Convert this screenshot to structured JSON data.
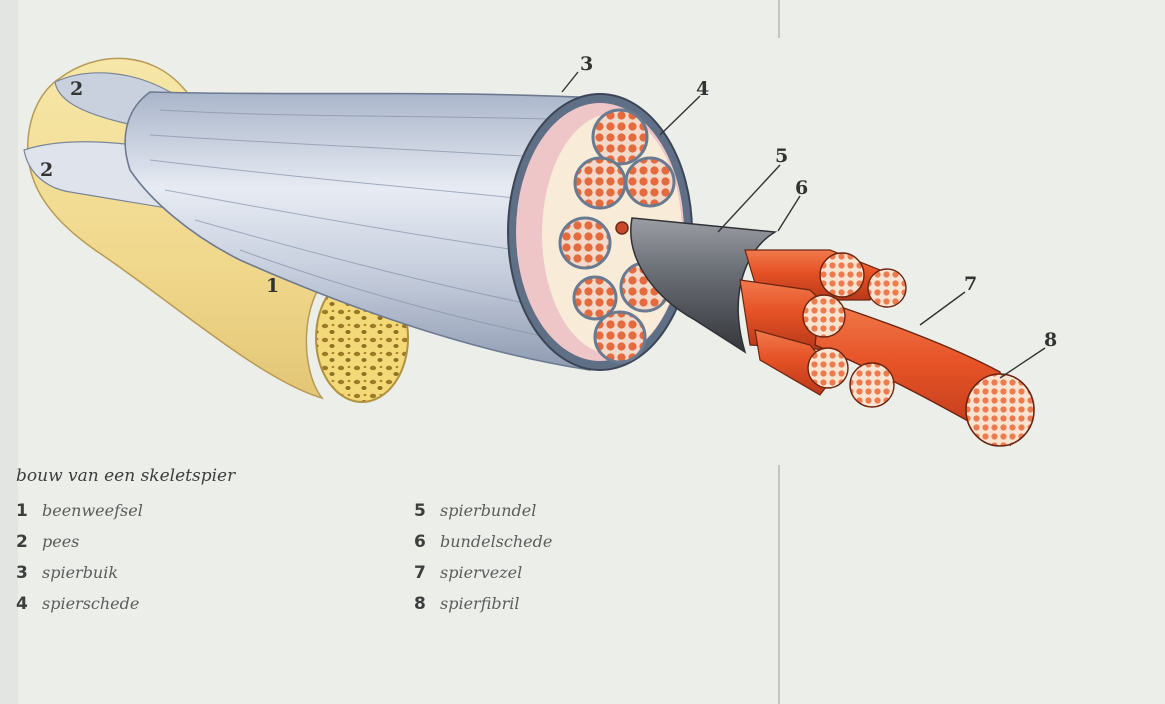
{
  "diagram": {
    "callouts": [
      "1",
      "2",
      "2",
      "3",
      "4",
      "5",
      "6",
      "7",
      "8"
    ]
  },
  "legend": {
    "title": "bouw van een skeletspier",
    "items": [
      {
        "number": "1",
        "label": "beenweefsel"
      },
      {
        "number": "2",
        "label": "pees"
      },
      {
        "number": "3",
        "label": "spierbuik"
      },
      {
        "number": "4",
        "label": "spierschede"
      },
      {
        "number": "5",
        "label": "spierbundel"
      },
      {
        "number": "6",
        "label": "bundelschede"
      },
      {
        "number": "7",
        "label": "spiervezel"
      },
      {
        "number": "8",
        "label": "spierfibril"
      }
    ]
  },
  "colors": {
    "background": "#eceeea",
    "bone": "#f2dc8e",
    "muscle_sheath": "#b9c3d4",
    "fascicle_sheath": "#5e6166",
    "muscle_fiber": "#e4572e",
    "fibril": "#f08a5d"
  }
}
